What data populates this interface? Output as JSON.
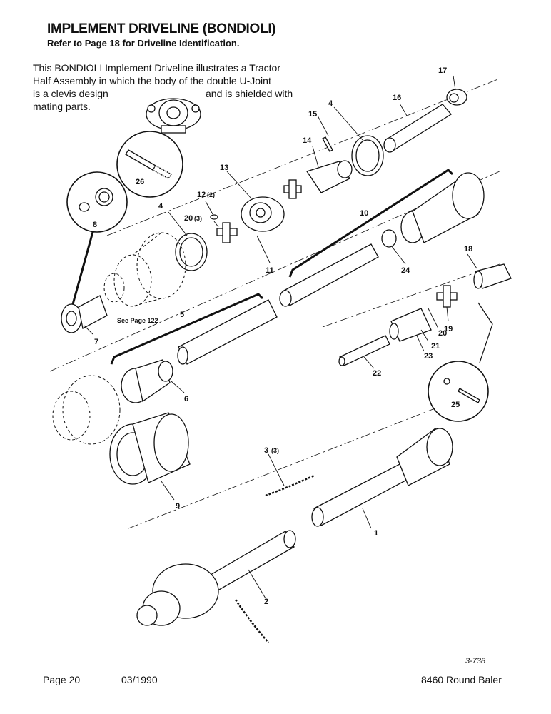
{
  "header": {
    "title": "IMPLEMENT DRIVELINE (BONDIOLI)",
    "subtitle": "Refer to Page 18 for Driveline Identification."
  },
  "intro": {
    "line1": "This BONDIOLI Implement Driveline illustrates a Tractor",
    "line2": "Half Assembly in which the body of the double U-Joint",
    "line3a": "is a clevis design",
    "line3b": "and is shielded with",
    "line4": "mating parts."
  },
  "labels": {
    "p1": "1",
    "p2": "2",
    "p3": "3",
    "p3qty": "(3)",
    "p4a": "4",
    "p4b": "4",
    "p5": "5",
    "p6": "6",
    "p7": "7",
    "p8": "8",
    "p9": "9",
    "p10": "10",
    "p11": "11",
    "p12": "12",
    "p12qty": "(2)",
    "p13": "13",
    "p14": "14",
    "p15": "15",
    "p16": "16",
    "p17": "17",
    "p18": "18",
    "p19": "19",
    "p20a": "20",
    "p20aqty": "(3)",
    "p20b": "20",
    "p21": "21",
    "p22": "22",
    "p23": "23",
    "p24": "24",
    "p25": "25",
    "p26": "26",
    "see_page": "See Page 122"
  },
  "footer": {
    "page": "Page 20",
    "date": "03/1990",
    "model": "8460 Round Baler",
    "figure_code": "3-738"
  }
}
